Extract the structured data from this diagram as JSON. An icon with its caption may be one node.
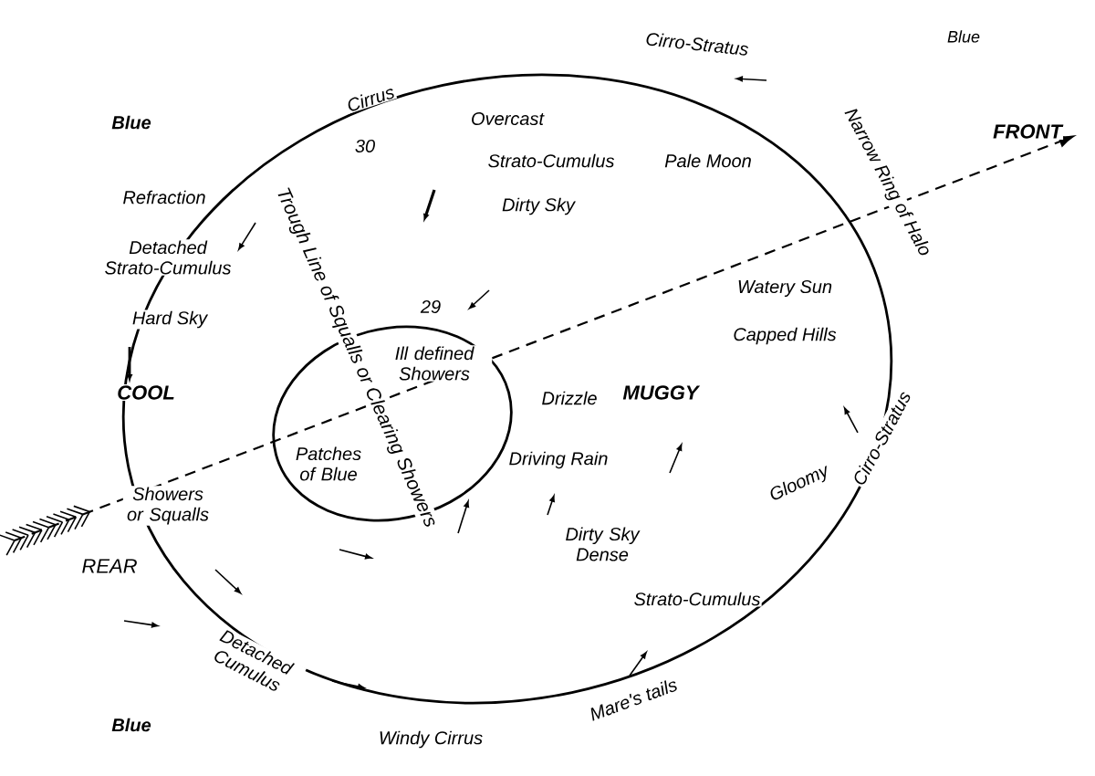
{
  "diagram": {
    "nodes": [
      {
        "text": [
          "30"
        ]
      },
      {
        "text": [
          "29"
        ],
        "in": 0
      }
    ],
    "labels": [
      "Cirro-Stratus",
      "Blue",
      "Blue",
      "Cirrus",
      "Overcast",
      "Trough Line of Squalls or Clearing Showers",
      "Strato-Cumulus",
      "Pale Moon",
      "FRONT",
      "Narrow Ring of Halo",
      "Refraction",
      "Dirty Sky",
      "Detached Strato-Cumulus",
      "Hard Sky",
      "Ill defined Showers",
      "Watery Sun",
      "Capped Hills",
      "COOL",
      "Drizzle",
      "MUGGY",
      "Patches of Blue",
      "Driving Rain",
      "Cirro-Stratus",
      "Gloomy",
      "Showers or Squalls",
      "REAR",
      "Dirty Sky Dense",
      "Strato-Cumulus",
      "Detached Cumulus",
      "Mare's tails",
      "Blue",
      "Windy Cirrus"
    ]
  }
}
